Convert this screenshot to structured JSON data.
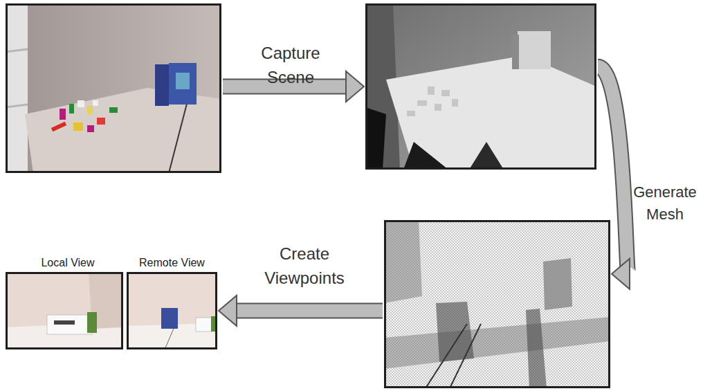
{
  "diagram": {
    "nodes": [
      {
        "text": []
      },
      {
        "text": []
      },
      {
        "text": []
      },
      {
        "text": [
          "Local View"
        ]
      },
      {
        "text": [
          "Remote View"
        ]
      }
    ],
    "edges": [
      {
        "from": 0,
        "to": 1,
        "arrow": "to",
        "label": "Capture Scene"
      },
      {
        "from": 1,
        "to": 2,
        "arrow": "to",
        "label": "Generate Mesh"
      },
      {
        "from": 2,
        "to": 4,
        "arrow": "to",
        "label": "Create Viewpoints"
      }
    ]
  }
}
